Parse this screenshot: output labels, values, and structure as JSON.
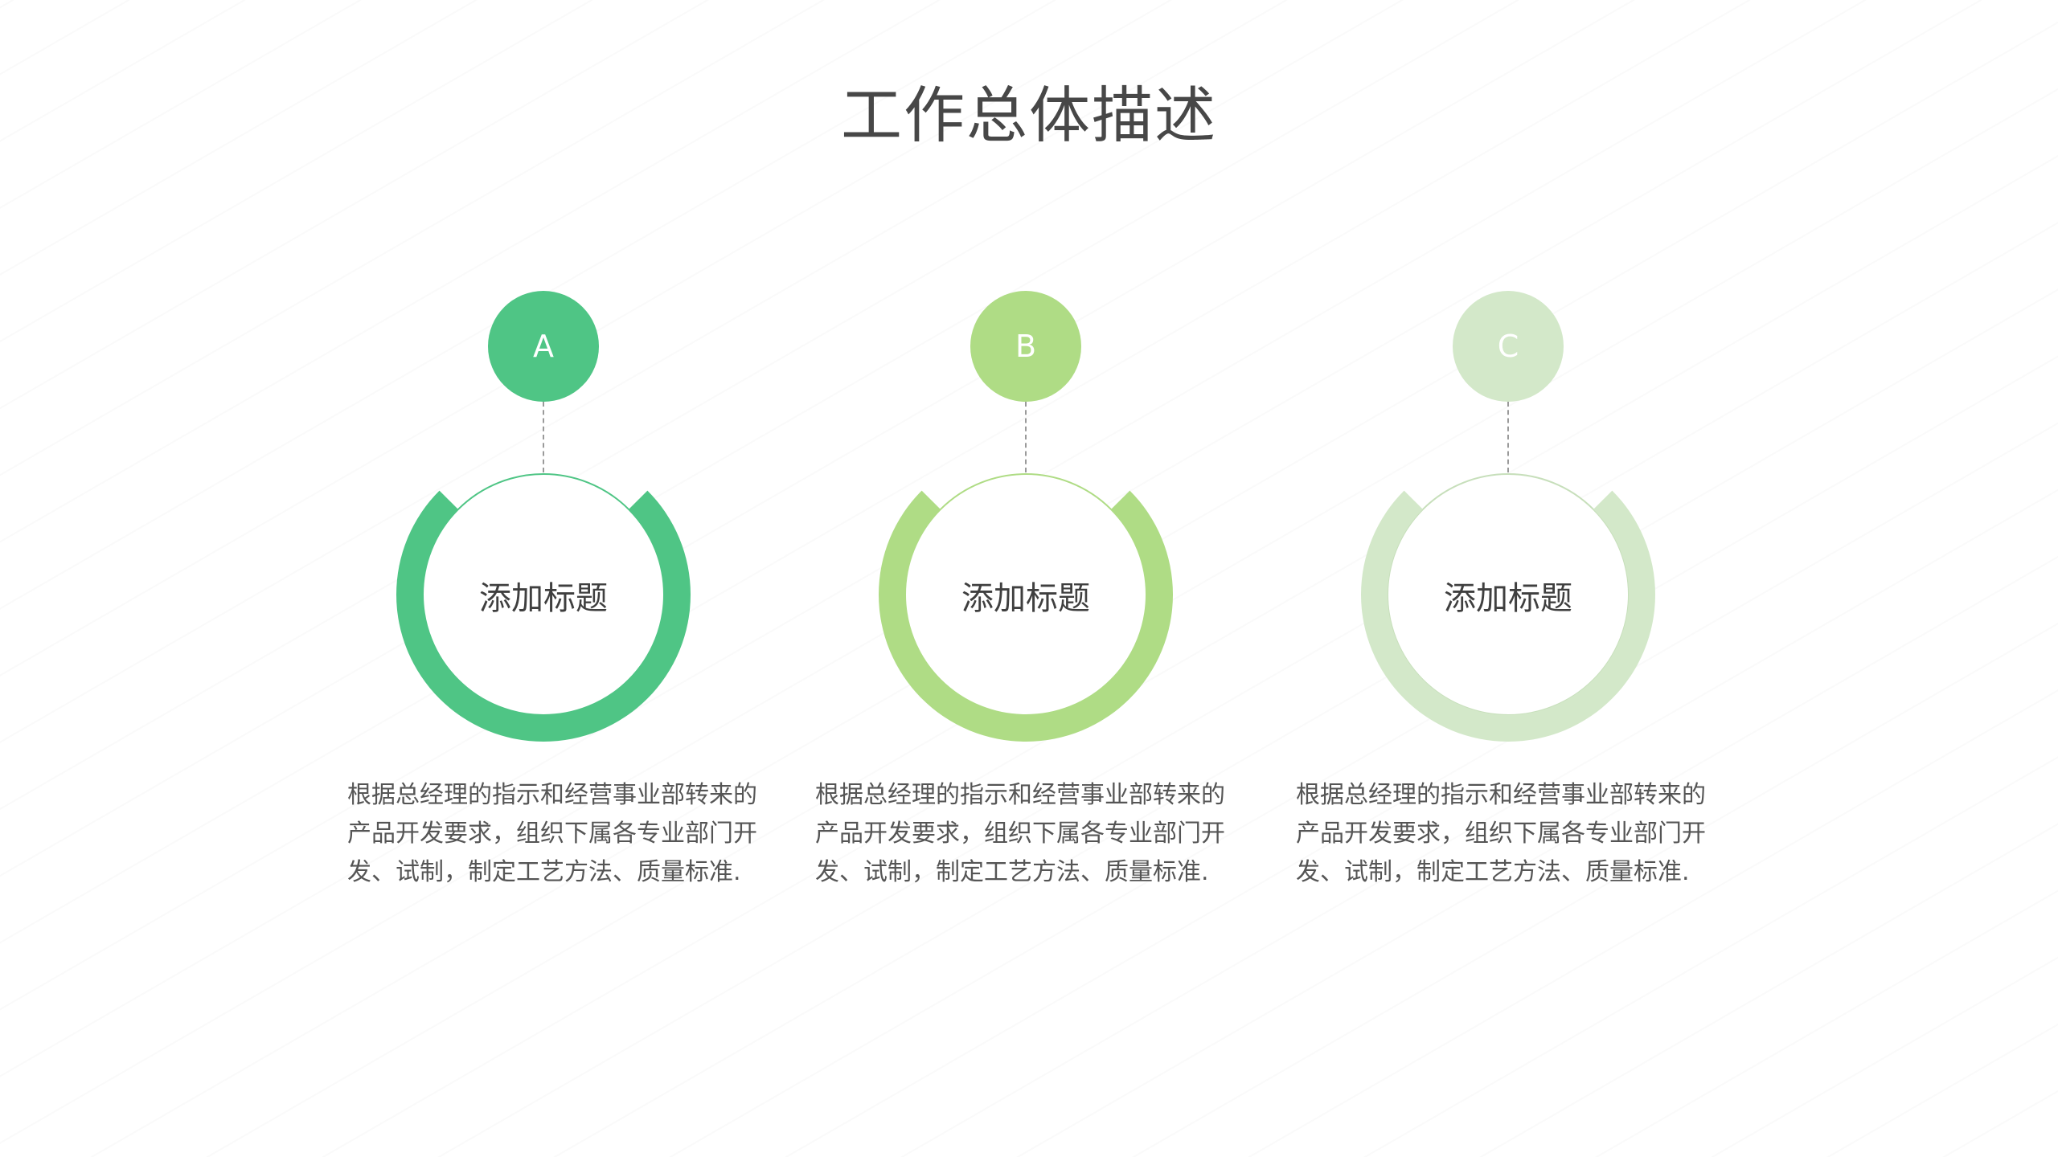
{
  "page": {
    "title": "工作总体描述",
    "colors": {
      "green_dark": "#4fc585",
      "green_mid": "#afdc85",
      "green_light": "#d3e8c9",
      "text": "#474747"
    }
  },
  "items": [
    {
      "badge": "A",
      "heading": "添加标题",
      "color": "#4fc585",
      "description": "根据总经理的指示和经营事业部转来的产品开发要求，组织下属各专业部门开发、试制，制定工艺方法、质量标准."
    },
    {
      "badge": "B",
      "heading": "添加标题",
      "color": "#afdc85",
      "description": "根据总经理的指示和经营事业部转来的产品开发要求，组织下属各专业部门开发、试制，制定工艺方法、质量标准."
    },
    {
      "badge": "C",
      "heading": "添加标题",
      "color": "#d3e8c9",
      "description": "根据总经理的指示和经营事业部转来的产品开发要求，组织下属各专业部门开发、试制，制定工艺方法、质量标准."
    }
  ]
}
